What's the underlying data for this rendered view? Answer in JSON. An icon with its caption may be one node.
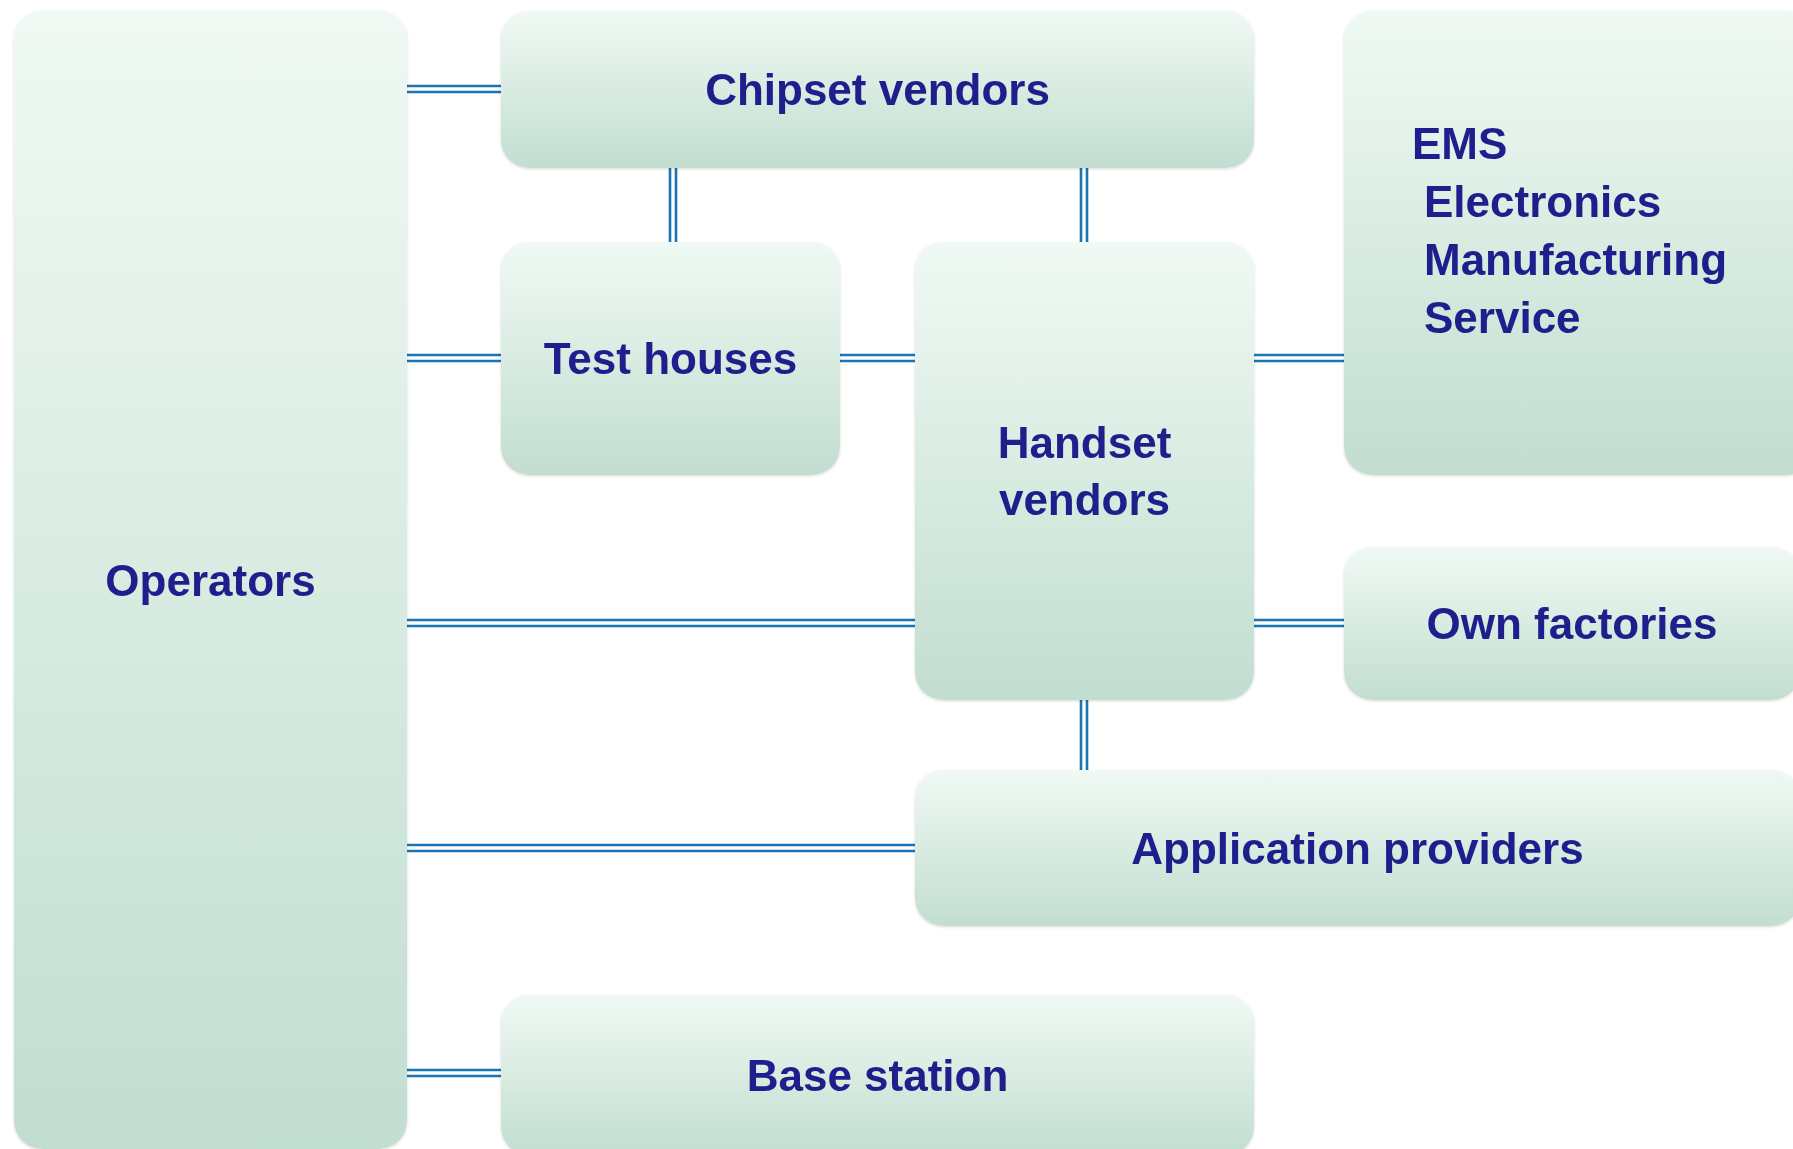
{
  "diagram": {
    "nodes": [
      {
        "text": [
          "Operators"
        ]
      },
      {
        "text": [
          "Chipset vendors"
        ]
      },
      {
        "text": [
          "Test houses"
        ]
      },
      {
        "text": [
          "Handset vendors"
        ]
      },
      {
        "text": [
          "EMS",
          "Electronics Manufacturing Service"
        ]
      },
      {
        "text": [
          "Own factories"
        ]
      },
      {
        "text": [
          "Application providers"
        ]
      },
      {
        "text": [
          "Base station"
        ]
      }
    ],
    "edges": [
      {
        "from": 0,
        "to": 1,
        "arrow": "none"
      },
      {
        "from": 0,
        "to": 2,
        "arrow": "none"
      },
      {
        "from": 0,
        "to": 3,
        "arrow": "none"
      },
      {
        "from": 0,
        "to": 6,
        "arrow": "none"
      },
      {
        "from": 0,
        "to": 7,
        "arrow": "none"
      },
      {
        "from": 1,
        "to": 2,
        "arrow": "none"
      },
      {
        "from": 1,
        "to": 3,
        "arrow": "none"
      },
      {
        "from": 2,
        "to": 3,
        "arrow": "none"
      },
      {
        "from": 3,
        "to": 4,
        "arrow": "none"
      },
      {
        "from": 3,
        "to": 5,
        "arrow": "none"
      },
      {
        "from": 3,
        "to": 6,
        "arrow": "none"
      }
    ]
  }
}
